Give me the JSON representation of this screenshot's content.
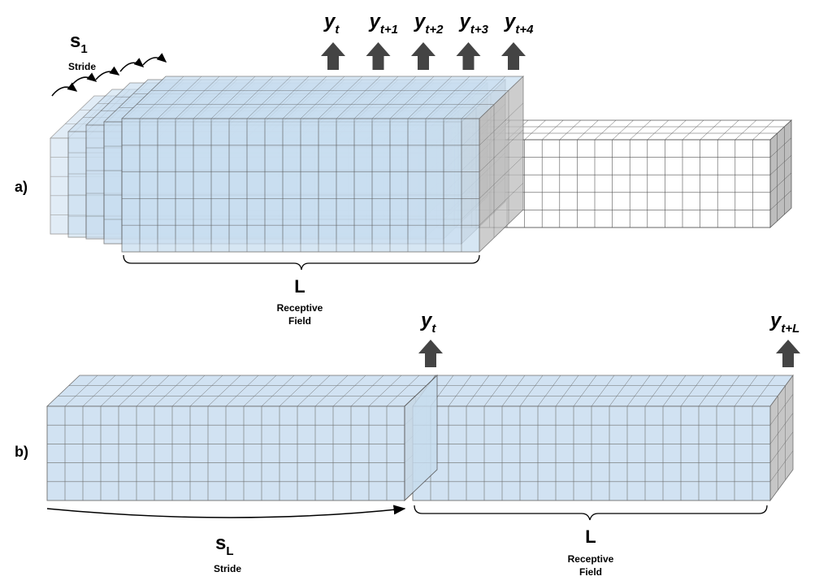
{
  "panel_a": {
    "label": "a)",
    "stride_symbol": "s",
    "stride_subscript": "1",
    "stride_caption": "Stride",
    "field_symbol": "L",
    "field_caption_line1": "Receptive",
    "field_caption_line2": "Field",
    "outputs": [
      {
        "base": "y",
        "sub": "t"
      },
      {
        "base": "y",
        "sub": "t+1"
      },
      {
        "base": "y",
        "sub": "t+2"
      },
      {
        "base": "y",
        "sub": "t+3"
      },
      {
        "base": "y",
        "sub": "t+4"
      }
    ]
  },
  "panel_b": {
    "label": "b)",
    "stride_symbol": "s",
    "stride_subscript": "L",
    "stride_caption": "Stride",
    "field_symbol": "L",
    "field_caption_line1": "Receptive",
    "field_caption_line2": "Field",
    "outputs": [
      {
        "base": "y",
        "sub": "t"
      },
      {
        "base": "y",
        "sub": "t+L"
      }
    ]
  },
  "colors": {
    "window_fill": "#c9def0",
    "grid_line": "#555555",
    "arrow": "#444444",
    "side_face": "#bdbdbd"
  }
}
